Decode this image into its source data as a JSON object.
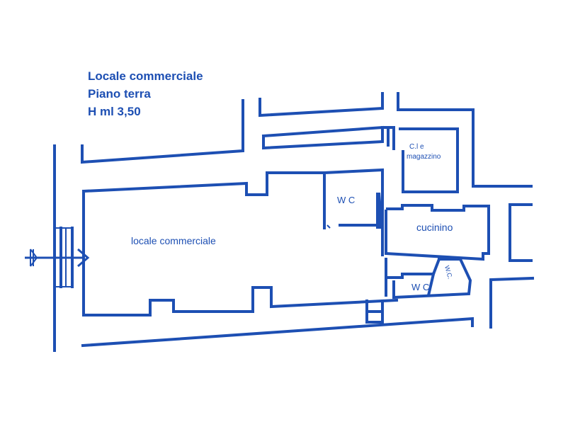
{
  "header": {
    "line1": "Locale commerciale",
    "line2": "Piano terra",
    "line3": "H ml 3,50"
  },
  "rooms": {
    "main": "locale commerciale",
    "wc1": "W C",
    "storage_line1": "C.l e",
    "storage_line2": "magazzino",
    "kitchen": "cucinino",
    "wc2": "W C",
    "wc3": "W.C."
  },
  "colors": {
    "ink": "#1d4fb3",
    "background": "#ffffff"
  },
  "icons": {
    "entrance": "arrow-right-icon"
  }
}
